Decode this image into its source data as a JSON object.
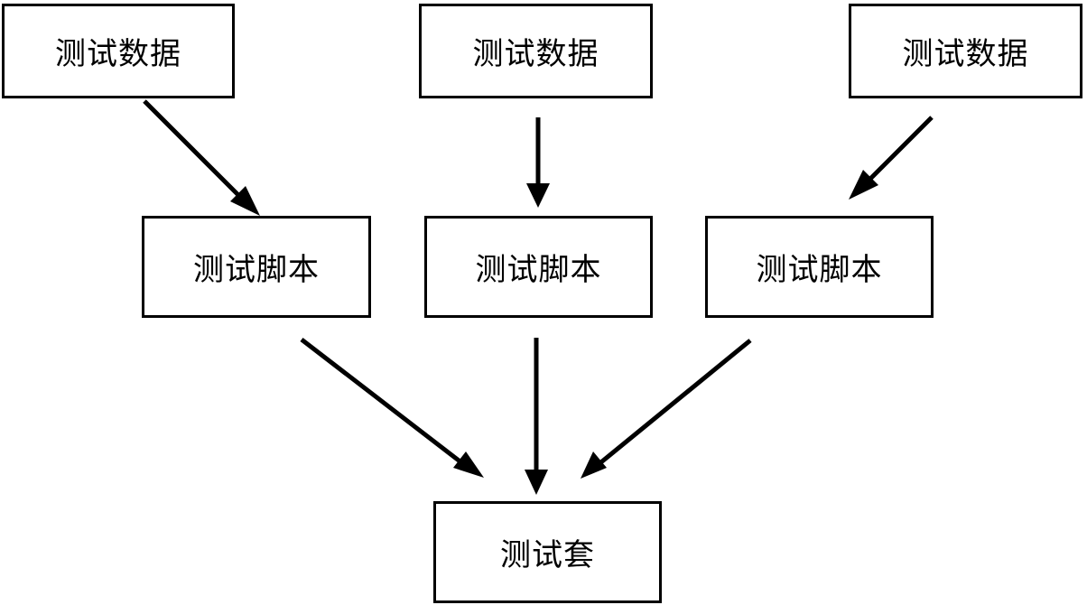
{
  "diagram": {
    "data_nodes": [
      {
        "label": "测试数据"
      },
      {
        "label": "测试数据"
      },
      {
        "label": "测试数据"
      }
    ],
    "script_nodes": [
      {
        "label": "测试脚本"
      },
      {
        "label": "测试脚本"
      },
      {
        "label": "测试脚本"
      }
    ],
    "suite_node": {
      "label": "测试套"
    },
    "edges": [
      {
        "from": "测试数据",
        "to": "测试脚本"
      },
      {
        "from": "测试数据",
        "to": "测试脚本"
      },
      {
        "from": "测试数据",
        "to": "测试脚本"
      },
      {
        "from": "测试脚本",
        "to": "测试套"
      },
      {
        "from": "测试脚本",
        "to": "测试套"
      },
      {
        "from": "测试脚本",
        "to": "测试套"
      }
    ],
    "colors": {
      "stroke": "#000000",
      "background": "#ffffff"
    }
  }
}
